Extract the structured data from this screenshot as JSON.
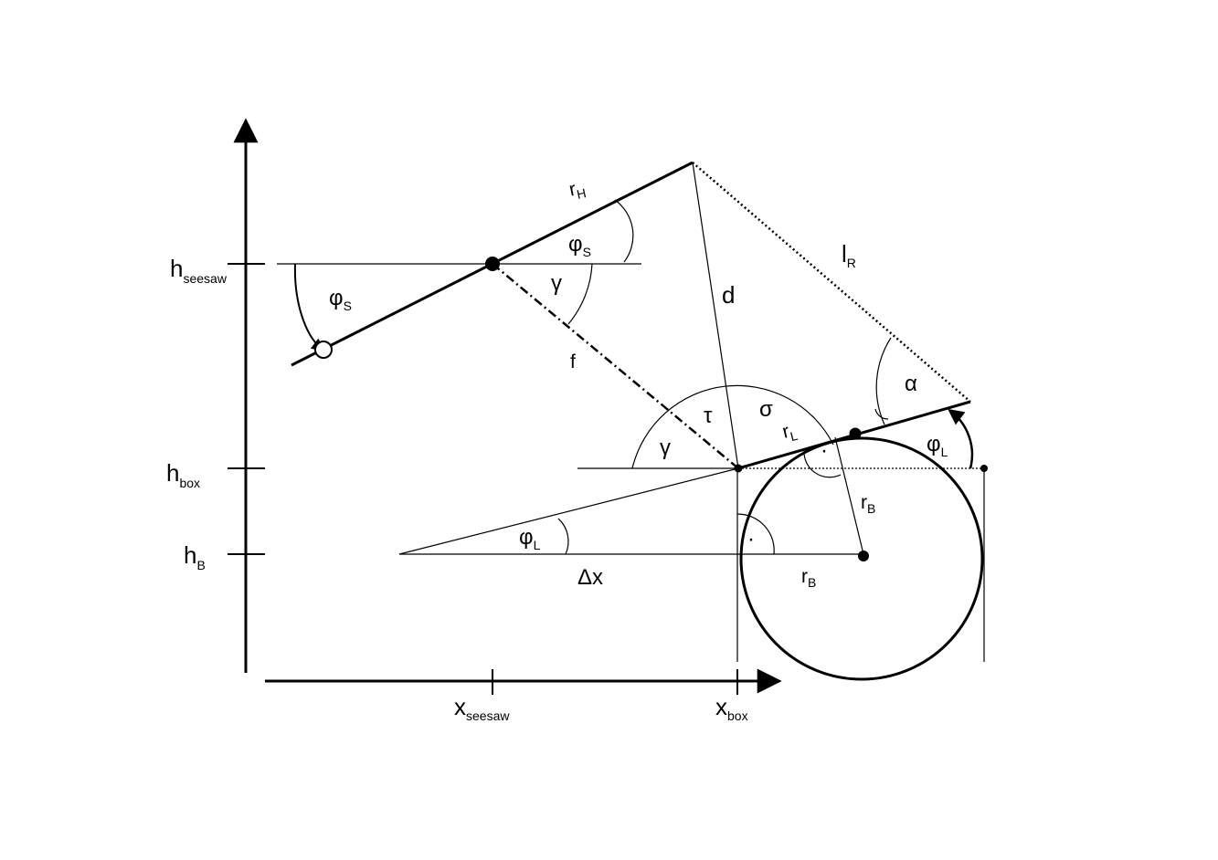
{
  "axis_labels": {
    "h_seesaw": {
      "main": "h",
      "sub": "seesaw"
    },
    "h_box": {
      "main": "h",
      "sub": "box"
    },
    "h_B": {
      "main": "h",
      "sub": "B"
    },
    "x_seesaw": {
      "main": "x",
      "sub": "seesaw"
    },
    "x_box": {
      "main": "x",
      "sub": "box"
    }
  },
  "labels": {
    "r_H": {
      "main": "r",
      "sub": "H"
    },
    "phi_S_top": {
      "main": "φ",
      "sub": "S"
    },
    "phi_S_left": {
      "main": "φ",
      "sub": "S"
    },
    "gamma_top": "γ",
    "gamma_bottom": "γ",
    "d": "d",
    "l_R": {
      "main": "l",
      "sub": "R"
    },
    "f": "f",
    "tau": "τ",
    "sigma": "σ",
    "r_L": {
      "main": "r",
      "sub": "L"
    },
    "alpha": "α",
    "phi_L_right": {
      "main": "φ",
      "sub": "L"
    },
    "phi_L_left": {
      "main": "φ",
      "sub": "L"
    },
    "r_B_inner": {
      "main": "r",
      "sub": "B"
    },
    "r_B_lower": {
      "main": "r",
      "sub": "B"
    },
    "delta_x": "Δx",
    "right_angle_dot": "·"
  },
  "colors": {
    "line": "#000000",
    "background": "#ffffff"
  }
}
